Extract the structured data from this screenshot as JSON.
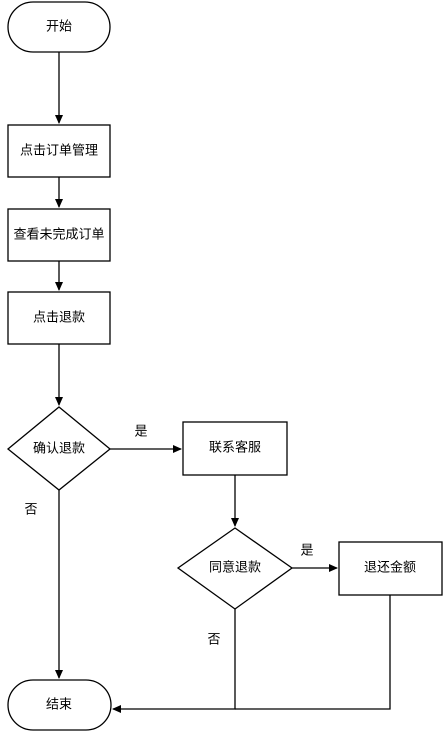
{
  "diagram": {
    "nodes": {
      "start": "开始",
      "order_mgmt": "点击订单管理",
      "view_unfinished": "查看未完成订单",
      "click_refund": "点击退款",
      "confirm_refund": "确认退款",
      "contact_service": "联系客服",
      "agree_refund": "同意退款",
      "return_amount": "退还金额",
      "end": "结束"
    },
    "edge_labels": {
      "confirm_yes": "是",
      "confirm_no": "否",
      "agree_yes": "是",
      "agree_no": "否"
    },
    "colors": {
      "stroke": "#000000",
      "fill": "#ffffff",
      "text": "#000000"
    }
  }
}
